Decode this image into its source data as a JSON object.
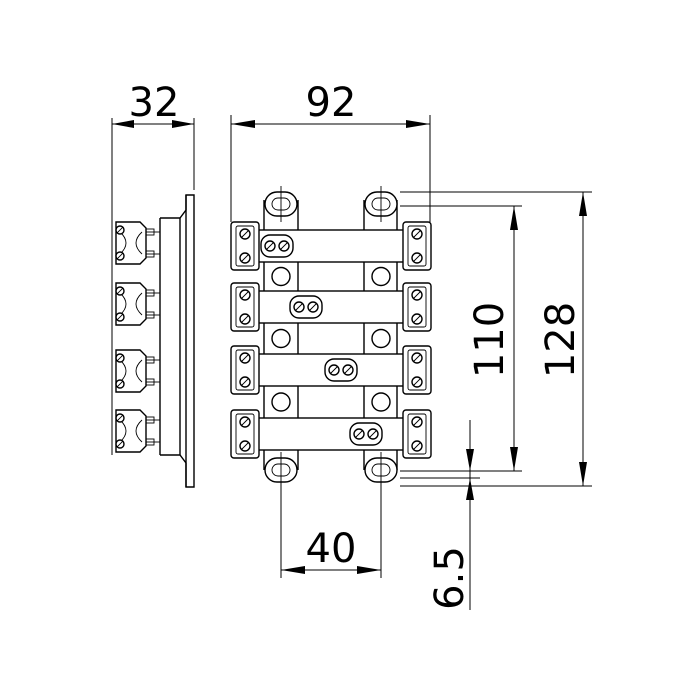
{
  "drawing": {
    "dimensions": {
      "side_width": "32",
      "front_width": "92",
      "height_inner": "110",
      "height_total": "128",
      "mount_spacing": "40",
      "edge_offset": "6.5"
    },
    "terminal_rows": 4
  }
}
